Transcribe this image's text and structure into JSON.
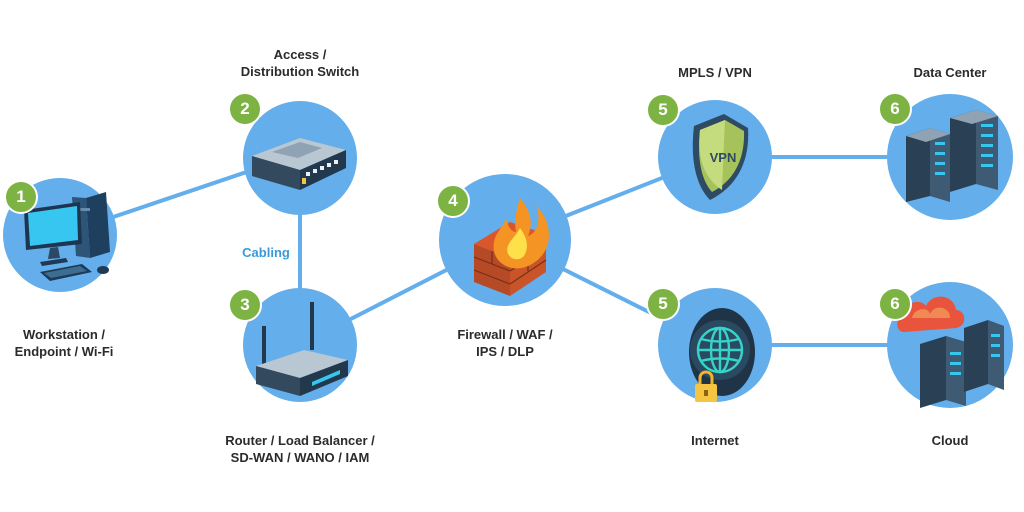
{
  "colors": {
    "node_fill": "#63aeeb",
    "connector": "#63aeeb",
    "badge": "#7cb342",
    "label_text": "#2b2b2b",
    "cabling_text": "#3a9ad9"
  },
  "cabling_label": "Cabling",
  "nodes": [
    {
      "id": "workstation",
      "badge": "1",
      "icon": "desktop-computer-icon",
      "label_lines": [
        "Workstation /",
        "Endpoint / Wi-Fi"
      ]
    },
    {
      "id": "switch",
      "badge": "2",
      "icon": "network-switch-icon",
      "label_lines": [
        "Access /",
        "Distribution Switch"
      ]
    },
    {
      "id": "router",
      "badge": "3",
      "icon": "wireless-router-icon",
      "label_lines": [
        "Router / Load Balancer /",
        "SD-WAN / WANO / IAM"
      ]
    },
    {
      "id": "firewall",
      "badge": "4",
      "icon": "firewall-icon",
      "label_lines": [
        "Firewall / WAF /",
        "IPS / DLP"
      ]
    },
    {
      "id": "vpn",
      "badge": "5",
      "icon": "vpn-shield-icon",
      "label_lines": [
        "MPLS / VPN"
      ]
    },
    {
      "id": "internet",
      "badge": "5",
      "icon": "globe-lock-icon",
      "label_lines": [
        "Internet"
      ]
    },
    {
      "id": "datacenter",
      "badge": "6",
      "icon": "server-rack-icon",
      "label_lines": [
        "Data Center"
      ]
    },
    {
      "id": "cloud",
      "badge": "6",
      "icon": "cloud-server-icon",
      "label_lines": [
        "Cloud"
      ]
    }
  ]
}
